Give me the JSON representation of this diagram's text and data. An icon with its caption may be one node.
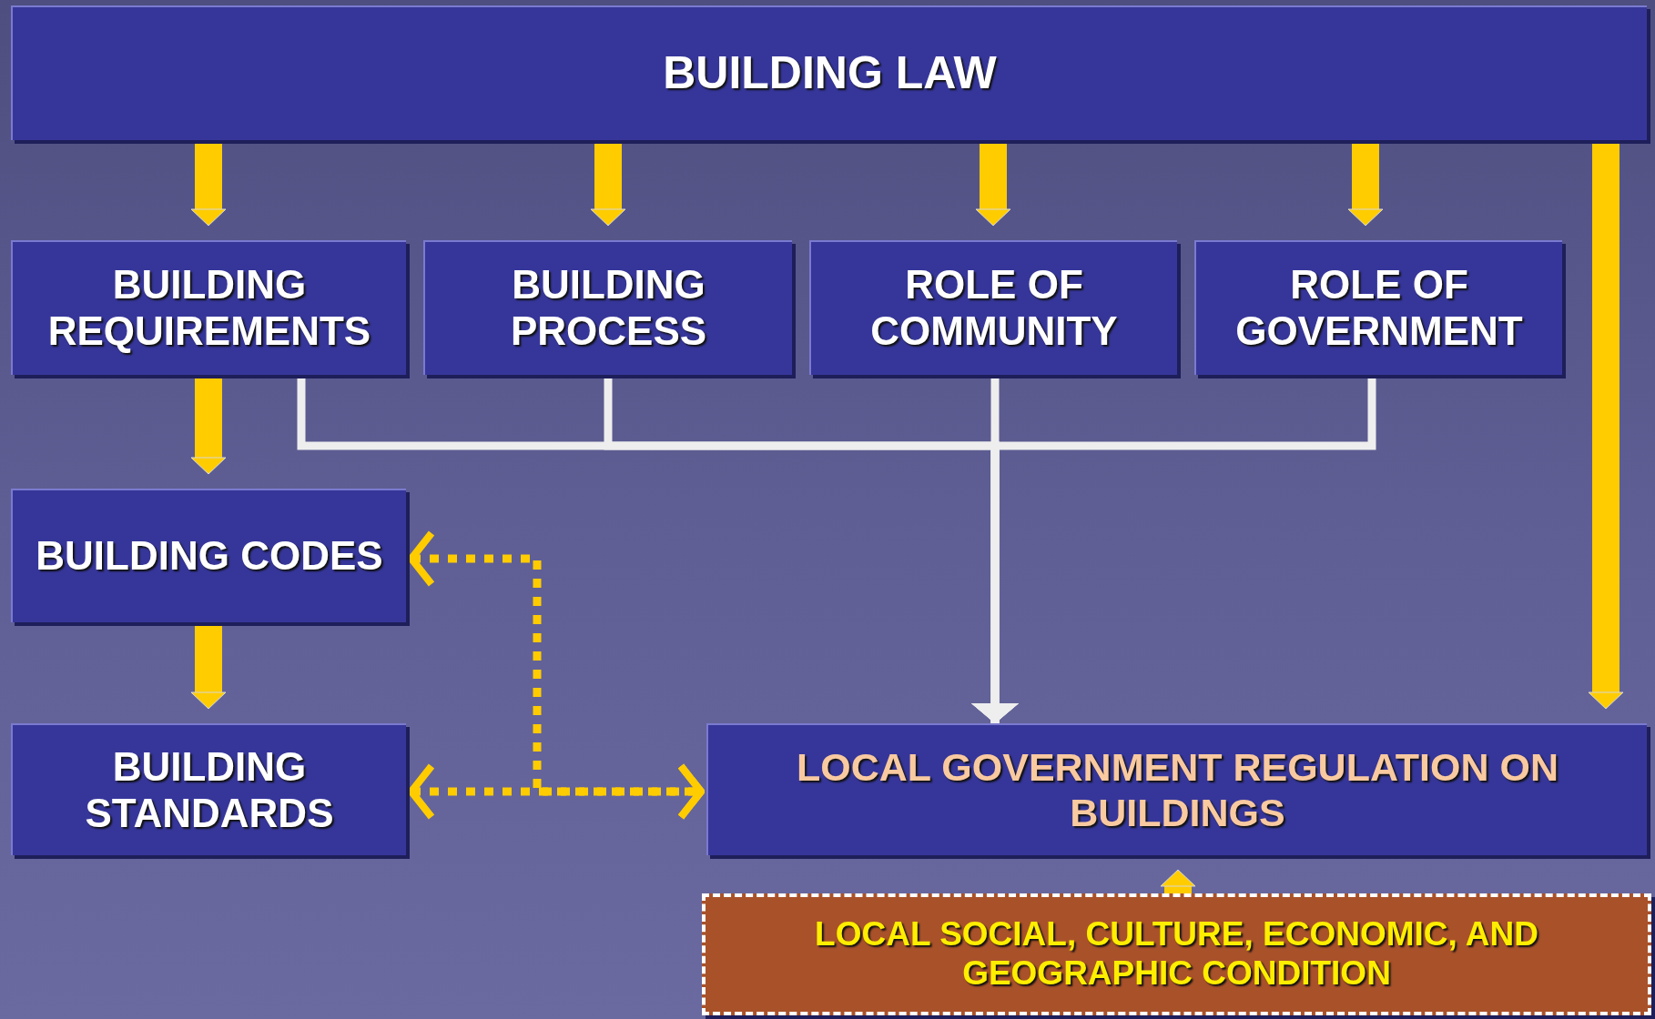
{
  "diagram": {
    "nodes": [
      {
        "text": [
          "BUILDING LAW"
        ]
      },
      {
        "text": [
          "BUILDING REQUIREMENTS"
        ]
      },
      {
        "text": [
          "BUILDING PROCESS"
        ]
      },
      {
        "text": [
          "ROLE OF COMMUNITY"
        ]
      },
      {
        "text": [
          "ROLE OF GOVERNMENT"
        ]
      },
      {
        "text": [
          "BUILDING CODES"
        ]
      },
      {
        "text": [
          "BUILDING STANDARDS"
        ]
      },
      {
        "text": [
          "LOCAL GOVERNMENT REGULATION ON BUILDINGS"
        ]
      },
      {
        "text": [
          "LOCAL SOCIAL, CULTURE, ECONOMIC, AND GEOGRAPHIC CONDITION"
        ]
      }
    ],
    "edges": [
      {
        "from": 0,
        "to": 1,
        "arrow": "to"
      },
      {
        "from": 0,
        "to": 2,
        "arrow": "to"
      },
      {
        "from": 0,
        "to": 3,
        "arrow": "to"
      },
      {
        "from": 0,
        "to": 4,
        "arrow": "to"
      },
      {
        "from": 0,
        "to": 7,
        "arrow": "to"
      },
      {
        "from": 1,
        "to": 5,
        "arrow": "to"
      },
      {
        "from": 5,
        "to": 6,
        "arrow": "to"
      },
      {
        "from": 1,
        "to": 7,
        "arrow": "to",
        "color": "#eeeeee"
      },
      {
        "from": 2,
        "to": 7,
        "arrow": "to",
        "color": "#eeeeee"
      },
      {
        "from": 3,
        "to": 7,
        "arrow": "to",
        "color": "#eeeeee"
      },
      {
        "from": 4,
        "to": 7,
        "arrow": "to",
        "color": "#eeeeee"
      },
      {
        "from": 8,
        "to": 7,
        "arrow": "to"
      },
      {
        "from": 5,
        "to": 7,
        "arrow": "both",
        "style": "dashed"
      },
      {
        "from": 6,
        "to": 7,
        "arrow": "both",
        "style": "dashed"
      }
    ]
  }
}
